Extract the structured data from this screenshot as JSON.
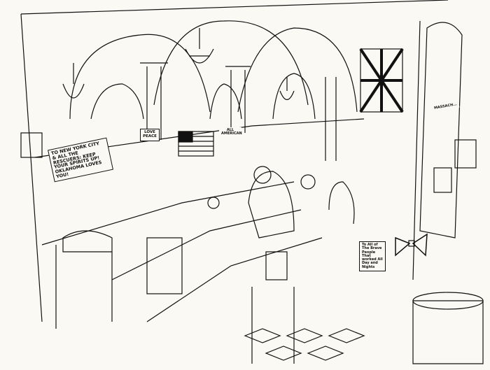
{
  "signs": {
    "rescuers": "To New York City & All the Rescuers: Keep Your Spirits Up! Oklahoma Loves You!",
    "love_peace": "Love Peace",
    "brave_people": "To All of The Brave People That worked All Day and Nights",
    "american": "All American",
    "massachusetts": "Massach..."
  },
  "colors": {
    "paper": "#fbf9f3",
    "ink": "#111111"
  }
}
